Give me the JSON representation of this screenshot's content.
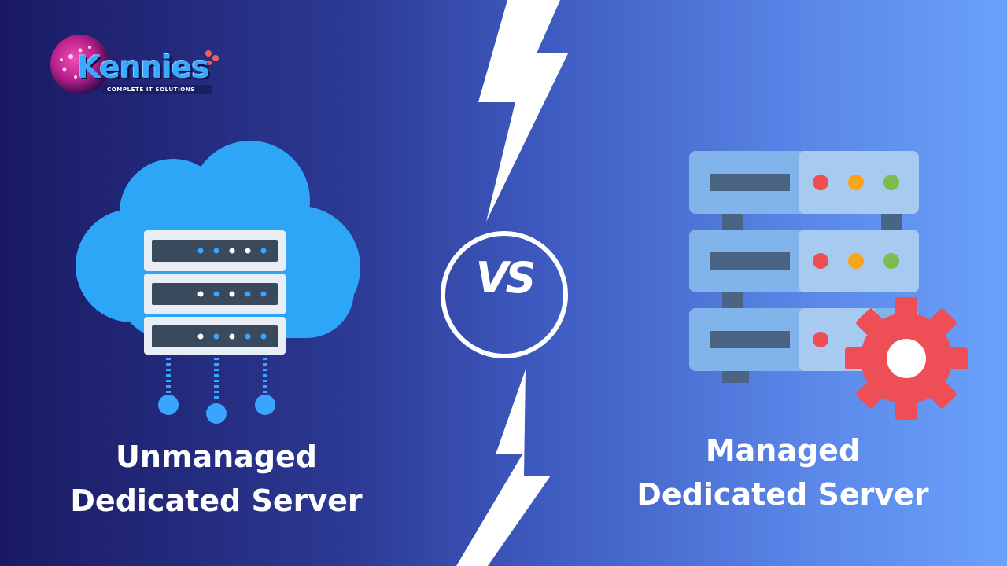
{
  "brand": {
    "name": "Kennies",
    "tagline": "COMPLETE IT SOLUTIONS"
  },
  "vs_label": "VS",
  "left": {
    "icon": "cloud-server-icon",
    "caption_line1": "Unmanaged",
    "caption_line2": "Dedicated Server"
  },
  "right": {
    "icon": "managed-server-gear-icon",
    "caption_line1": "Managed",
    "caption_line2": "Dedicated Server"
  },
  "colors": {
    "background_left": "#1a1a63",
    "background_right": "#6aa2fb",
    "cloud": "#2ea6f7",
    "server_rack": "#80b4ea",
    "gear": "#ee4e55",
    "led_red": "#ef4d52",
    "led_orange": "#f8a51c",
    "led_green": "#7cbd4d",
    "text": "#ffffff"
  }
}
